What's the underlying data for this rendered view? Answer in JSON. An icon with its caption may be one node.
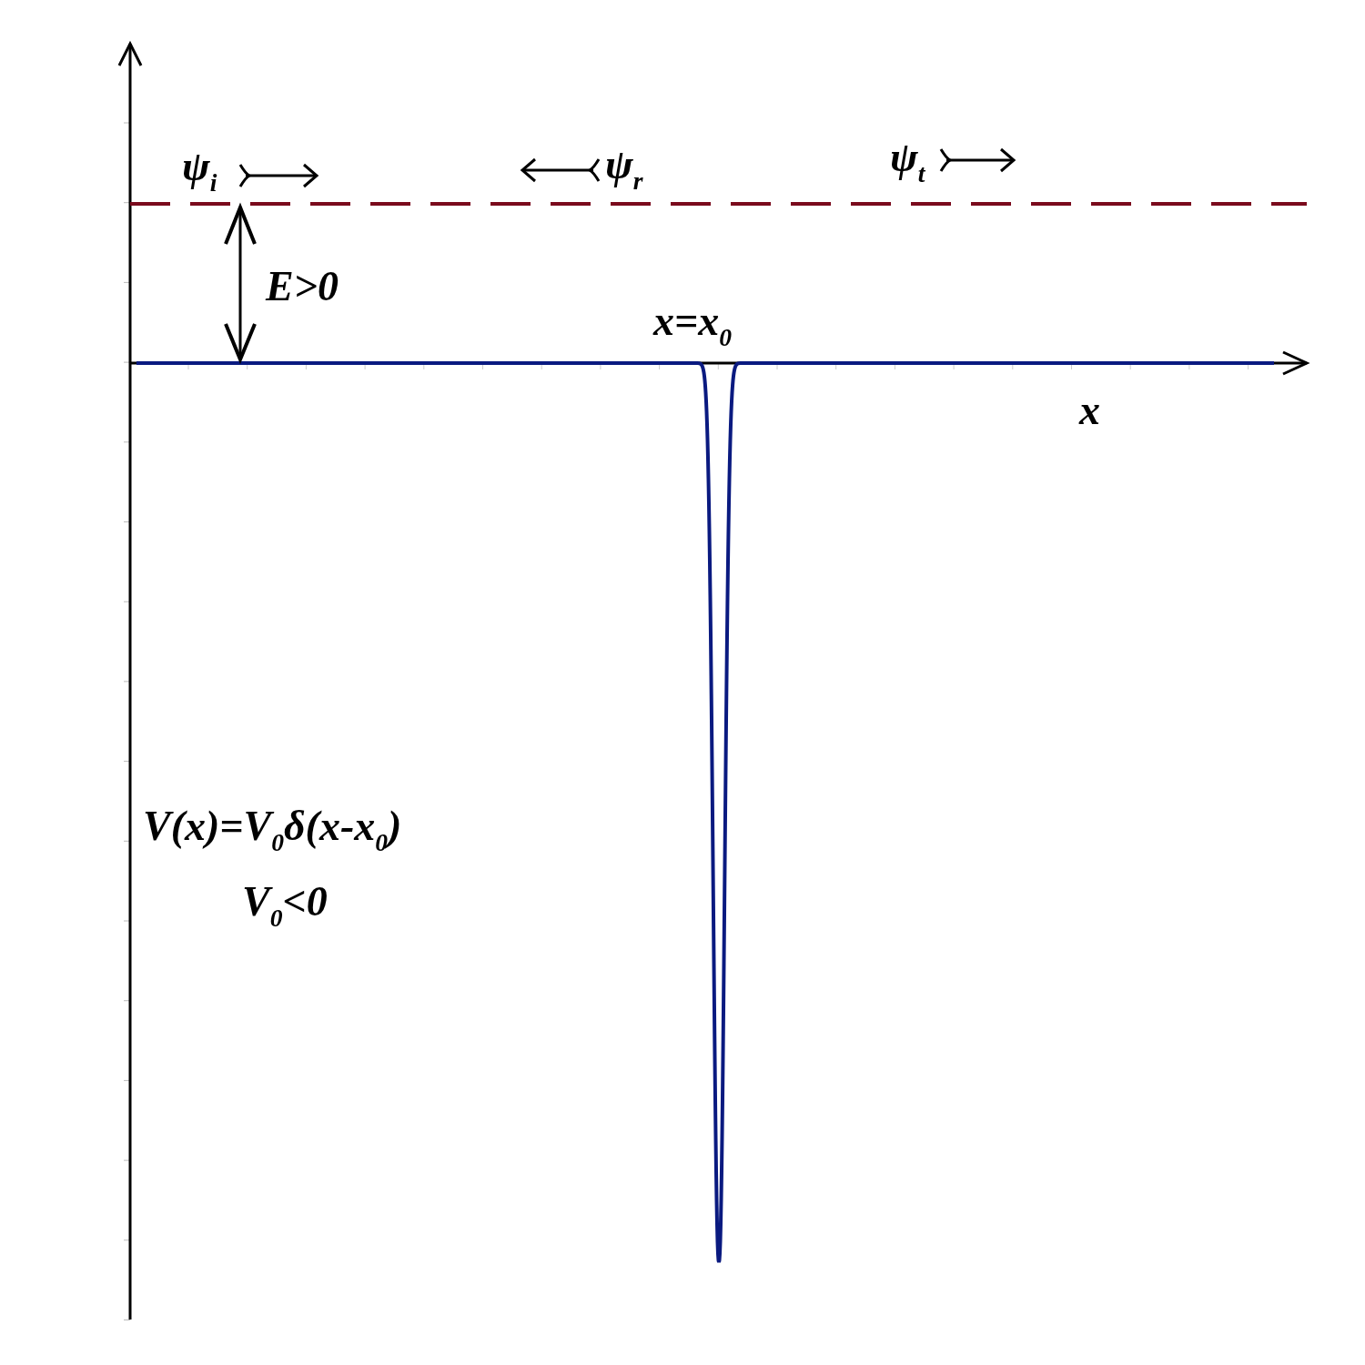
{
  "diagram": {
    "labels": [
      "ψ$_{i}$",
      "ψ$_{r}$",
      "ψ$_{t}$",
      "E>0",
      "x=x$_{0}$",
      "x",
      "V(x)=V$_{0}$δ(x-x$_{0}$)",
      "V$_{0}$<0"
    ]
  }
}
